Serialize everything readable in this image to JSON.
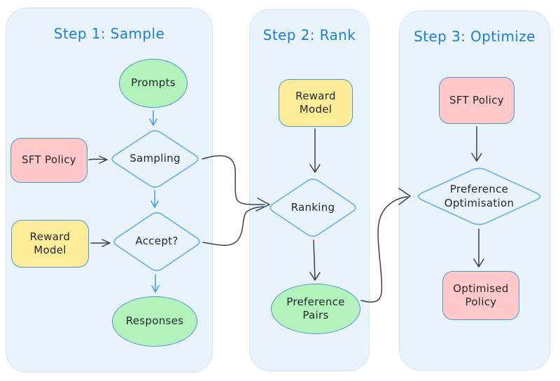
{
  "colors": {
    "panel_fill": "#e9f3fc",
    "panel_border": "#cfe5f7",
    "title_text": "#1c7ed6",
    "node_text": "#23272b",
    "fill_green": "#b2f2bb",
    "fill_pink": "#ffc9c9",
    "fill_yellow": "#ffec99",
    "fill_blue_diamond": "#c3e0f7",
    "stroke_shape": "#4f94dc",
    "stroke_diamond": "#74b3e8",
    "arrow_dark": "#3b4045",
    "arrow_blue": "#4d9ee3"
  },
  "panels": [
    {
      "title": "Step 1: Sample",
      "nodes": [
        {
          "id": "prompts",
          "label": "Prompts",
          "shape": "ellipse",
          "fill": "green"
        },
        {
          "id": "sft-policy",
          "label": "SFT Policy",
          "shape": "rounded-rect",
          "fill": "pink"
        },
        {
          "id": "sampling",
          "label": "Sampling",
          "shape": "diamond",
          "fill": "blue"
        },
        {
          "id": "reward-model",
          "label": "Reward\nModel",
          "shape": "rounded-rect",
          "fill": "yellow"
        },
        {
          "id": "accept",
          "label": "Accept?",
          "shape": "diamond",
          "fill": "blue"
        },
        {
          "id": "responses",
          "label": "Responses",
          "shape": "ellipse",
          "fill": "green"
        }
      ]
    },
    {
      "title": "Step 2: Rank",
      "nodes": [
        {
          "id": "reward-model-2",
          "label": "Reward\nModel",
          "shape": "rounded-rect",
          "fill": "yellow"
        },
        {
          "id": "ranking",
          "label": "Ranking",
          "shape": "diamond",
          "fill": "blue"
        },
        {
          "id": "preference-pairs",
          "label": "Preference\nPairs",
          "shape": "ellipse",
          "fill": "green"
        }
      ]
    },
    {
      "title": "Step 3: Optimize",
      "nodes": [
        {
          "id": "sft-policy-3",
          "label": "SFT Policy",
          "shape": "rounded-rect",
          "fill": "pink"
        },
        {
          "id": "preference-optimisation",
          "label": "Preference\nOptimisation",
          "shape": "diamond",
          "fill": "yellow"
        },
        {
          "id": "optimised-policy",
          "label": "Optimised\nPolicy",
          "shape": "rounded-rect",
          "fill": "pink"
        }
      ]
    }
  ],
  "edges": [
    {
      "from": "prompts",
      "to": "sampling",
      "color": "blue"
    },
    {
      "from": "sft-policy",
      "to": "sampling",
      "color": "dark"
    },
    {
      "from": "sampling",
      "to": "accept",
      "color": "blue"
    },
    {
      "from": "reward-model",
      "to": "accept",
      "color": "dark"
    },
    {
      "from": "accept",
      "to": "responses",
      "color": "blue"
    },
    {
      "from": "sampling",
      "to": "ranking",
      "color": "dark"
    },
    {
      "from": "accept",
      "to": "ranking",
      "color": "dark"
    },
    {
      "from": "reward-model-2",
      "to": "ranking",
      "color": "dark"
    },
    {
      "from": "ranking",
      "to": "preference-pairs",
      "color": "dark"
    },
    {
      "from": "preference-pairs",
      "to": "preference-optimisation",
      "color": "dark"
    },
    {
      "from": "sft-policy-3",
      "to": "preference-optimisation",
      "color": "dark"
    },
    {
      "from": "preference-optimisation",
      "to": "optimised-policy",
      "color": "dark"
    }
  ]
}
